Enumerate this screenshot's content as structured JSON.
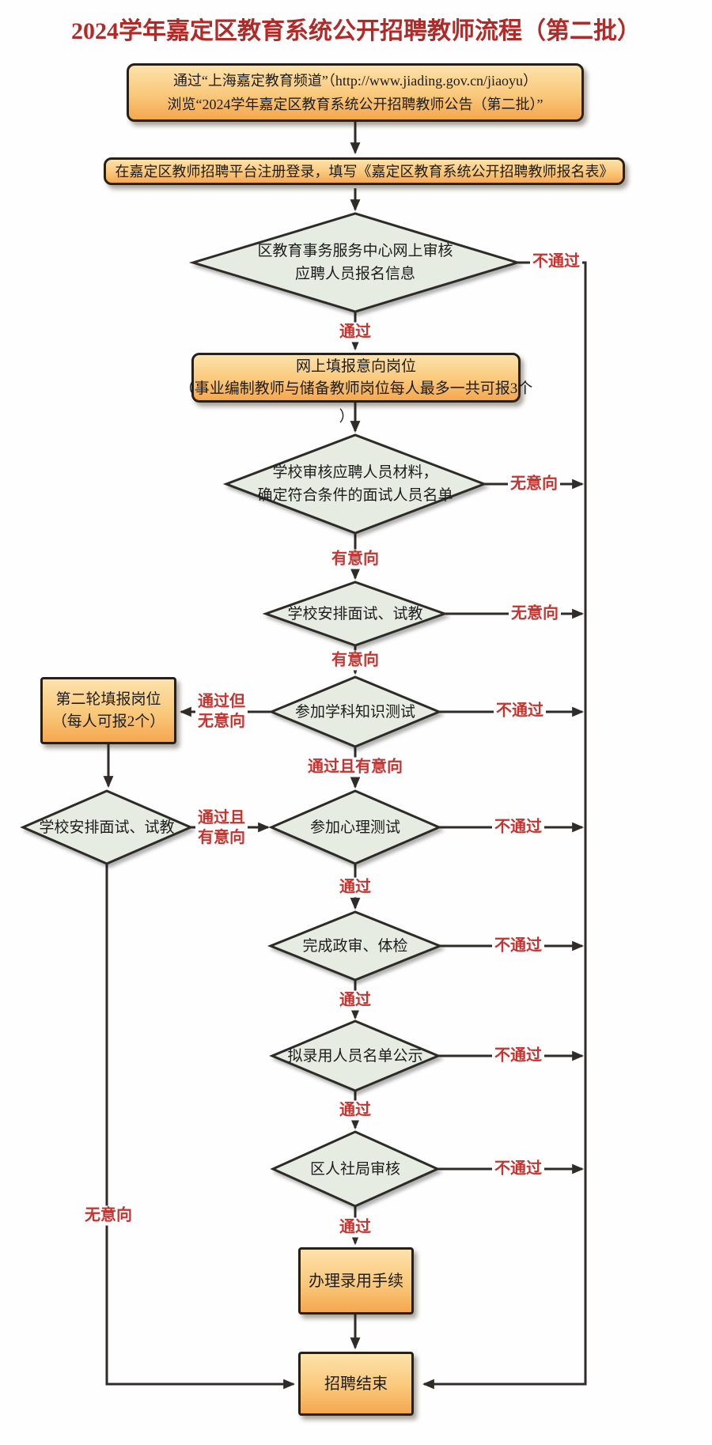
{
  "title": "2024学年嘉定区教育系统公开招聘教师流程（第二批）",
  "colors": {
    "title_red": "#b22a27",
    "edge_label_red": "#c53430",
    "box_gradient_top": "#fde2ab",
    "box_gradient_bottom": "#f5a74f",
    "box_border": "#262019",
    "diamond_fill": "#e6ece2",
    "line": "#2e2b28"
  },
  "boxes": {
    "portal": {
      "line1": "通过“上海嘉定教育频道”（http://www.jiading.gov.cn/jiaoyu）",
      "line2": "浏览“2024学年嘉定区教育系统公开招聘教师公告（第二批）”"
    },
    "register": {
      "text": "在嘉定区教师招聘平台注册登录，填写《嘉定区教育系统公开招聘教师报名表》"
    },
    "apply_positions": {
      "line1": "网上填报意向岗位",
      "line2": "（事业编制教师与储备教师岗位每人最多一共可报3个",
      "stray_paren": "）"
    },
    "second_round": {
      "line1": "第二轮填报岗位",
      "line2": "（每人可报2个）"
    },
    "hire_procedure": {
      "text": "办理录用手续"
    },
    "end": {
      "text": "招聘结束"
    }
  },
  "diamonds": {
    "center_review": {
      "line1": "区教育事务服务中心网上审核",
      "line2": "应聘人员报名信息"
    },
    "school_review": {
      "line1": "学校审核应聘人员材料，",
      "line2": "确定符合条件的面试人员名单"
    },
    "school_interview_1": {
      "text": "学校安排面试、试教"
    },
    "subject_test": {
      "text": "参加学科知识测试"
    },
    "psych_test": {
      "text": "参加心理测试"
    },
    "school_interview_2": {
      "text": "学校安排面试、试教"
    },
    "political_physical": {
      "text": "完成政审、体检"
    },
    "publicity": {
      "text": "拟录用人员名单公示"
    },
    "hr_bureau_review": {
      "text": "区人社局审核"
    }
  },
  "edge_labels": {
    "fail_review": "不通过",
    "pass_review": "通过",
    "no_intent_material": "无意向",
    "intent_material": "有意向",
    "no_intent_interview": "无意向",
    "intent_interview": "有意向",
    "pass_but_line1": "通过但",
    "pass_but_line2": "无意向",
    "fail_subject": "不通过",
    "pass_and_intent": "通过且有意向",
    "pass_and_line1": "通过且",
    "pass_and_line2": "有意向",
    "fail_psych": "不通过",
    "pass_psych": "通过",
    "fail_political": "不通过",
    "pass_political": "通过",
    "fail_publicity": "不通过",
    "pass_publicity": "通过",
    "fail_hr": "不通过",
    "pass_hr": "通过",
    "no_intent_rail": "无意向"
  }
}
